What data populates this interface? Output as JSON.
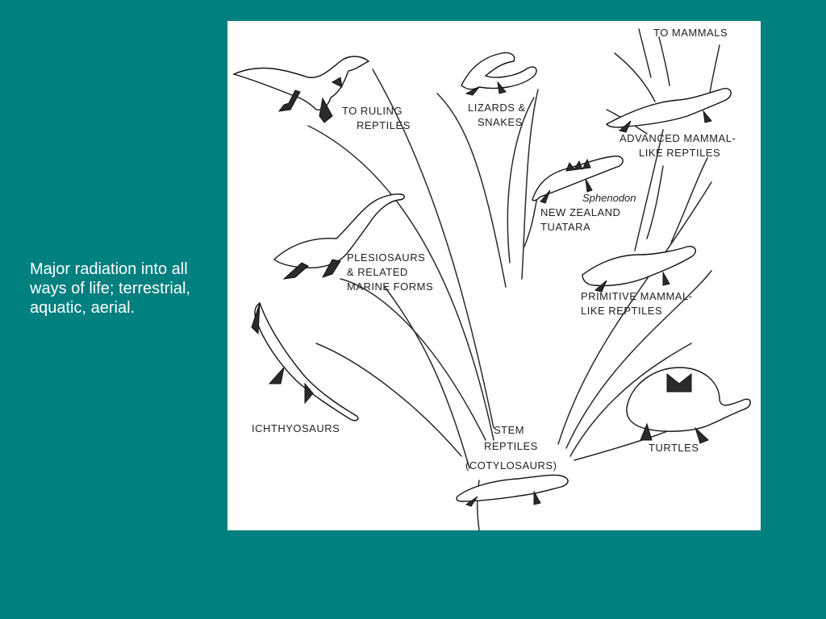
{
  "slide": {
    "text": "Major radiation into all ways of life; terrestrial, aquatic, aerial."
  },
  "figure": {
    "labels": {
      "to_mammals": "TO MAMMALS",
      "to_ruling_1": "TO RULING",
      "to_ruling_2": "REPTILES",
      "lizards_1": "LIZARDS &",
      "lizards_2": "SNAKES",
      "adv_mammal_1": "ADVANCED MAMMAL-",
      "adv_mammal_2": "LIKE REPTILES",
      "sphenodon": "Sphenodon",
      "nz_1": "NEW ZEALAND",
      "nz_2": "TUATARA",
      "plesio_1": "PLESIOSAURS",
      "plesio_2": "& RELATED",
      "plesio_3": "MARINE FORMS",
      "prim_mammal_1": "PRIMITIVE MAMMAL-",
      "prim_mammal_2": "LIKE REPTILES",
      "ichthyosaurs": "ICHTHYOSAURS",
      "stem_1": "STEM",
      "stem_2": "REPTILES",
      "stem_3": "(COTYLOSAURS)",
      "turtles": "TURTLES"
    }
  }
}
